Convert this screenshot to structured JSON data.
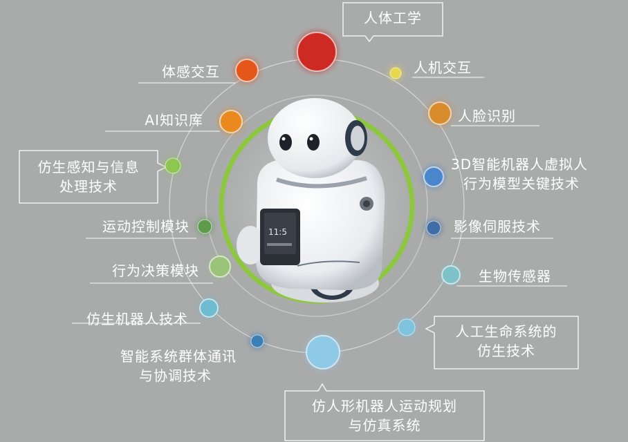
{
  "center": {
    "image": "robot-illustration"
  },
  "nodes": [
    {
      "id": "ergonomics",
      "label": "人体工学",
      "color": "#cc2a22"
    },
    {
      "id": "hci",
      "label": "人机交互",
      "color": "#e8d94c"
    },
    {
      "id": "face-recognition",
      "label": "人脸识别",
      "color": "#d98c2c"
    },
    {
      "id": "3d-virtual-human",
      "lines": [
        "3D智能机器人虚拟人",
        "行为模型关键技术"
      ],
      "color": "#4a86cc"
    },
    {
      "id": "imaging-servo",
      "label": "影像伺服技术",
      "color": "#3f6ea6"
    },
    {
      "id": "biosensor",
      "label": "生物传感器",
      "color": "#7dc2c8"
    },
    {
      "id": "artificial-life",
      "lines": [
        "人工生命系统的",
        "仿生技术"
      ],
      "color": "#7ec4de"
    },
    {
      "id": "humanoid-motion",
      "lines": [
        "仿人形机器人运动规划",
        "与仿真系统"
      ],
      "color": "#8ec9e6"
    },
    {
      "id": "swarm-comm",
      "lines": [
        "智能系统群体通讯",
        "与协调技术"
      ],
      "color": "#3a7fb6"
    },
    {
      "id": "bionic-robot",
      "label": "仿生机器人技术",
      "color": "#6fbcd0"
    },
    {
      "id": "decision",
      "label": "行为决策模块",
      "color": "#9bc47b"
    },
    {
      "id": "motion-control",
      "label": "运动控制模块",
      "color": "#5f9b4c"
    },
    {
      "id": "bionic-perception",
      "lines": [
        "仿生感知与信息",
        "处理技术"
      ],
      "color": "#8dc651"
    },
    {
      "id": "ai-knowledge",
      "label": "AI知识库",
      "color": "#ea8a1e"
    },
    {
      "id": "somatosensory",
      "label": "体感交互",
      "color": "#e4561a"
    }
  ]
}
